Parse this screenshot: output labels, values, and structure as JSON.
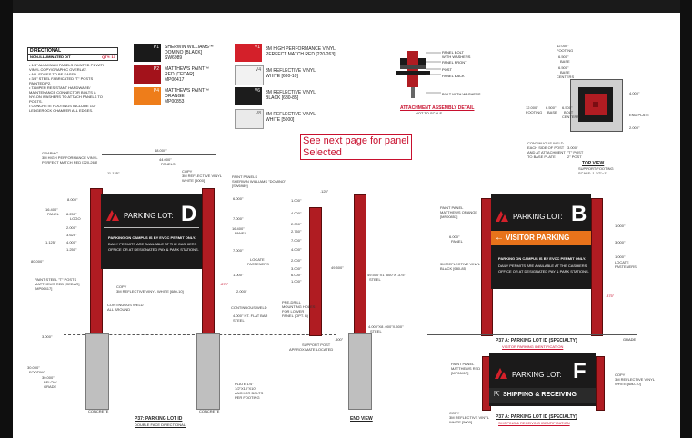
{
  "legend": {
    "title": "DIRECTIONAL",
    "row_label": "NON-ILLUMINATED D/T",
    "row_qty": "QTY: 13",
    "notes": [
      "• 1/4\" ALUMINUM PANELS PAINTED P1 WITH",
      "  VINYL COPY/GRAPHIC OVERLAY.",
      "• ALL EDGES TO BE EASED.",
      "• 3/8\" STEEL FABRICATED \"T\" POSTS",
      "  PAINTED P2.",
      "• TAMPER RESISTANT HARDWARE/",
      "  MAINTENANCE CONNECTOR BOLTS &",
      "  NYLON WASHERS TO ATTACH PANELS TO",
      "  POSTS.",
      "• CONCRETE FOOTINGS INCLUDE 1/2\"",
      "  LEDGEROCK CHAMFER ALL EDGES."
    ]
  },
  "swatches": [
    {
      "code": "P1",
      "lines": [
        "SHERWIN WILLIAMS™",
        "DOMINO [BLACK]",
        "SW6989"
      ],
      "color": "#1a1a1a"
    },
    {
      "code": "P2",
      "lines": [
        "MATTHEWS PAINT™",
        "RED [CEDAR]",
        "MP06417"
      ],
      "color": "#a3121b"
    },
    {
      "code": "P4",
      "lines": [
        "MATTHEWS PAINT™",
        "ORANGE",
        "MP00853"
      ],
      "color": "#ee7d1a"
    },
    {
      "code": "V1",
      "lines": [
        "3M HIGH PERFORMANCE VINYL",
        "PERFECT MATCH RED [220-263]"
      ],
      "color": "#d4202a"
    },
    {
      "code": "V4",
      "lines": [
        "3M REFLECTIVE VINYL",
        "WHITE [680-10]"
      ],
      "color": "#f2f2f2"
    },
    {
      "code": "V6",
      "lines": [
        "3M REFLECTIVE VINYL",
        "BLACK [680-85]"
      ],
      "color": "#1c1c1c"
    },
    {
      "code": "V8",
      "lines": [
        "3M REFLECTIVE VINYL",
        "WHITE [5000]"
      ],
      "color": "#eaeaea"
    }
  ],
  "note": [
    "See next page for panel",
    "Selected"
  ],
  "attach": {
    "labels": [
      "PANEL BOLT",
      "WITH WASHERS",
      "PANEL FRONT",
      "POST",
      "PANEL BACK",
      "BOLT WITH WASHERS"
    ],
    "title": "ATTACHMENT ASSEMBLY DETAIL",
    "scale": "NOT TO SCALE"
  },
  "plate": {
    "top_dims": [
      "12.000\"",
      "FOOTING",
      "6.500\"",
      "BASE",
      "6.500\"",
      "BASE",
      "CENTERS"
    ],
    "left_dims": [
      "12.000\"",
      "FOOTING",
      "6.500\"",
      "BASE",
      "6.500\"",
      "BOLT",
      "CENTERS"
    ],
    "right_dims": [
      "4.000\"",
      "END PLATE",
      "2.000\""
    ],
    "bottom": [
      "CONTINUOUS WELD",
      "EACH SIDE OF POST",
      "AND AT ATTACHMENT",
      "TO BASE PLATE",
      "TOP VIEW",
      "SUPPORT/FOOTING",
      "SCALE: 1-1/2\"=1'"
    ],
    "mid": [
      "3.000\"",
      "\"T\" POST",
      "2\" POST"
    ]
  },
  "sign_d": {
    "header": "PARKING LOT:",
    "letter": "D",
    "body": [
      "PARKING ON CAMPUS IS BY EVCC PERMIT ONLY.",
      "DAILY PERMITS ARE AVAILABLE AT THE CASHIERS",
      "OFFICE OR AT DESIGNATED PAY & PARK STATIONS."
    ],
    "top_dims": [
      "48.000\"",
      "44.000\"",
      "PANELS",
      "11.125\""
    ],
    "side_labels": [
      "GRAPHIC",
      "3M HIGH PERFORMANCE VINYL",
      "PERFECT MATCH RED [220-263]",
      "COPY",
      "3M REFLECTIVE VINYL",
      "WHITE [5000]",
      "PAINT PANELS",
      "SHERWIN WILLIAMS \"DOMINO\"",
      "[SW6989]"
    ],
    "left_dims": [
      "8.000\"",
      "16.400\"",
      "PANEL",
      "8.250\"",
      "LOGO",
      "2.000\"",
      "3.625\"",
      "1.125\"",
      "4.000\"",
      "1.250\"",
      "80.000\"",
      "PAINT STEEL \"T\" POSTS",
      "MATTHEWS RED [CEDAR]",
      "[MP06417]",
      "COPY",
      "3M REFLECTIVE VINYL WHITE [680-10]",
      "CONTINUOUS WELD",
      "ALL AROUND",
      "3.000\"",
      "30.000\"",
      "FOOTING",
      "30.000\"",
      "BELOW",
      "GRADE"
    ],
    "right_dims": [
      "6.000\"",
      "7.000\"",
      "16.400\"",
      "PANEL",
      "7.000\"",
      "1.000\"",
      "LOCATE",
      "FASTENERS",
      "2.000\"",
      "CONTINUOUS WELD",
      "4.000\" HT. FLAT BAR",
      "STEEL",
      "PLATE 1/4\"",
      "1/2\"X10\"X10\"",
      "ANCHOR BOLTS",
      "PER FOOTING"
    ],
    "foot_label": [
      "CONCRETE",
      "CONCRETE"
    ],
    "title": "P37: PARKING LOT ID",
    "subtitle": "DOUBLE FACE DIRECTIONAL",
    "tick": ".875\""
  },
  "end_view": {
    "dims": [
      "1.000\"",
      "4.000\"",
      "2.000\"",
      "2.750\"",
      "7.000\"",
      "4.000\"",
      "2.000\"",
      "3.000\"",
      "6.000\"",
      "1.000\"",
      ".125\"",
      "49.500\"",
      "49.500\"X1 .500\"X .375\"",
      "STEEL",
      "PRE-DRILL",
      "MOUNTING HOLES",
      "FOR LOWER",
      "PANEL (OPT. B)",
      "4.000\"X8 .000\"X.500\"",
      "STEEL",
      "SUPPORT POST",
      "APPROXIMATE LOCATED",
      ".500\""
    ],
    "title": "END VIEW"
  },
  "sign_b": {
    "header": "PARKING LOT:",
    "letter": "B",
    "orange": "VISITOR PARKING",
    "arrow": "←",
    "body": [
      "PARKING ON CAMPUS IS BY EVCC PERMIT ONLY.",
      "DAILY PERMITS ARE AVAILABLE AT THE CASHIERS",
      "OFFICE OR AT DESIGNATED PAY & PARK STATIONS."
    ],
    "labels": [
      "PAINT PANEL",
      "MATTHEWS ORANGE",
      "[MP00853]",
      "6.000\"",
      "PANEL",
      "3M REFLECTIVE VINYL",
      "BLACK [680-85]",
      "1.000\"",
      "3.000\"",
      "1.000\"",
      "LOCATE",
      "FASTENERS",
      ".875\""
    ],
    "title": "P37 A: PARKING LOT ID (SPECIALTY)",
    "subtitle": "VISITOR PARKING IDENTIFICATION",
    "grade": "GRADE"
  },
  "sign_f": {
    "header": "PARKING LOT:",
    "letter": "F",
    "strip": "SHIPPING & RECEIVING",
    "arrow": "⇱",
    "labels": [
      "PAINT PANEL",
      "MATTHEWS RED",
      "[MP06417]",
      "COPY",
      "3M REFLECTIVE VINYL",
      "WHITE [680-10]",
      "COPY",
      "3M REFLECTIVE VINYL",
      "WHITE [5000]"
    ],
    "title": "P37 A: PARKING LOT ID (SPECIALTY)",
    "subtitle": "SHIPPING & RECEIVING IDENTIFICATION"
  }
}
